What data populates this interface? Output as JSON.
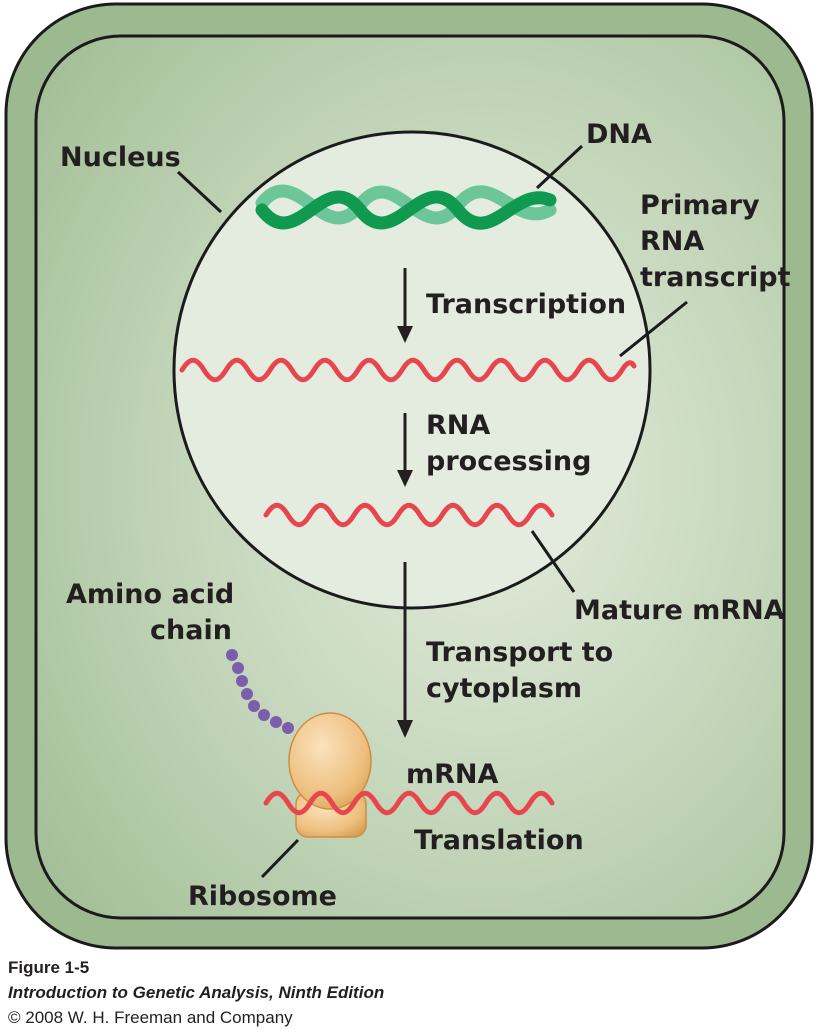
{
  "labels": {
    "nucleus": "Nucleus",
    "dna": "DNA",
    "primary_rna_line1": "Primary",
    "primary_rna_line2": "RNA",
    "primary_rna_line3": "transcript",
    "transcription": "Transcription",
    "rna_processing_line1": "RNA",
    "rna_processing_line2": "processing",
    "mature_mrna": "Mature mRNA",
    "transport_line1": "Transport to",
    "transport_line2": "cytoplasm",
    "amino_acid_line1": "Amino acid",
    "amino_acid_line2": "chain",
    "mrna": "mRNA",
    "translation": "Translation",
    "ribosome": "Ribosome"
  },
  "caption": {
    "figure": "Figure 1-5",
    "book": "Introduction to Genetic Analysis, Ninth Edition",
    "copyright": "© 2008 W. H. Freeman and Company"
  },
  "colors": {
    "cell_border": "#1b1b1b",
    "cell_fill_outer": "#9cb98f",
    "cell_fill_inner": "#dce7d4",
    "nucleus_fill": "#e6eee0",
    "dna_dark": "#0f9a4f",
    "dna_light": "#6cc69a",
    "rna": "#e8464e",
    "amino_acid": "#7b5eab",
    "ribosome": "#e9b86e",
    "arrow": "#231f20"
  }
}
